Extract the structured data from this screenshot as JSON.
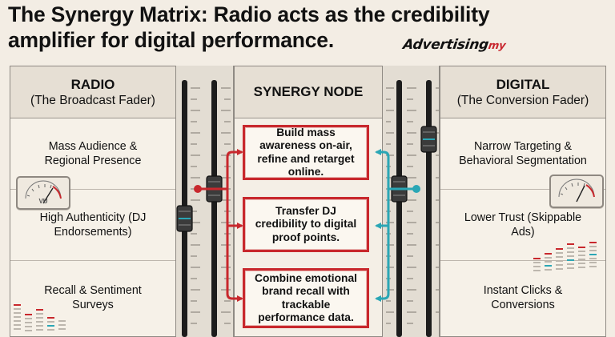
{
  "header": {
    "title": "The Synergy Matrix: Radio acts as the credibility amplifier for digital performance.",
    "brand_main": "Advertising",
    "brand_suffix": "my"
  },
  "radio": {
    "title": "RADIO",
    "subtitle": "(The Broadcast Fader)",
    "rows": [
      "Mass Audience & Regional Presence",
      "High Authenticity (DJ Endorsements)",
      "Recall & Sentiment Surveys"
    ]
  },
  "node": {
    "title": "SYNERGY NODE",
    "boxes": [
      "Build mass awareness on-air, refine and retarget online.",
      "Transfer DJ credibility to digital proof points.",
      "Combine emotional brand recall with trackable performance data."
    ]
  },
  "digital": {
    "title": "DIGITAL",
    "subtitle": "(The Conversion Fader)",
    "rows": [
      "Narrow Targeting & Behavioral Segmentation",
      "Lower Trust (Skippable Ads)",
      "Instant Clicks & Conversions"
    ]
  },
  "meters": {
    "vu_label": "VU"
  },
  "colors": {
    "radio_red": "#c8282d",
    "digital_teal": "#2aa6b5",
    "border_gray": "#8f8a84"
  },
  "icons": [
    "vu-meter-icon",
    "fader-knob-icon",
    "level-meter-icon",
    "arrow-icon"
  ]
}
